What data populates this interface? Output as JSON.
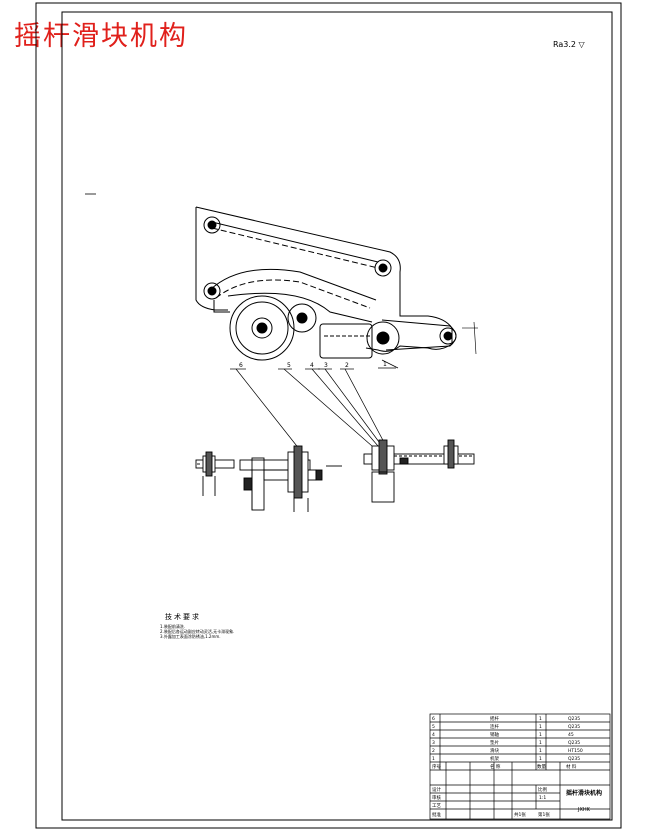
{
  "title": "摇杆滑块机构",
  "scale_note": "Ra3.2 ▽",
  "part_labels": [
    "6",
    "5",
    "4",
    "3",
    "2",
    "1"
  ],
  "technical_requirements": {
    "heading": "技术要求",
    "notes": [
      "1.装配前清洗.",
      "2.装配后各运动副应转动灵活,无卡滞现象.",
      "3.外露加工表面涂防锈油,1.2mm."
    ]
  },
  "title_block": {
    "drawing_title": "摇杆滑块机构",
    "drawing_code": "JXHK",
    "rows": [
      {
        "idx": "6",
        "name": "摇杆",
        "qty": "1",
        "mat": "Q235"
      },
      {
        "idx": "5",
        "name": "连杆",
        "qty": "1",
        "mat": "Q235"
      },
      {
        "idx": "4",
        "name": "销轴",
        "qty": "1",
        "mat": "45"
      },
      {
        "idx": "3",
        "name": "垫片",
        "qty": "1",
        "mat": "Q235"
      },
      {
        "idx": "2",
        "name": "滑块",
        "qty": "1",
        "mat": "HT150"
      },
      {
        "idx": "1",
        "name": "机架",
        "qty": "1",
        "mat": "Q235"
      }
    ],
    "header": [
      "序号",
      "名 称",
      "数量",
      "材 料"
    ],
    "sign_rows": [
      "设计",
      "审核",
      "工艺",
      "批准"
    ],
    "sheet_info": [
      "共1张",
      "第1张"
    ],
    "scale_label": "比例",
    "scale_value": "1:1"
  }
}
